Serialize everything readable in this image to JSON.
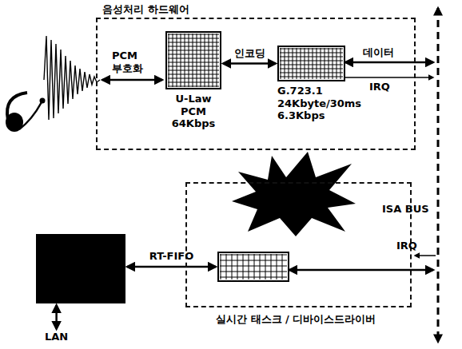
{
  "diagram": {
    "nodes": [
      {
        "text": [
          "음성처리 하드웨어"
        ]
      },
      {
        "text": [
          "U-Law PCM 64Kbps"
        ],
        "in": 0
      },
      {
        "text": [
          "G.723.1 24Kbyte/30ms 6.3Kbps"
        ],
        "in": 0
      },
      {
        "text": [
          "실시간 태스크 / 디바이스드라이버"
        ]
      },
      {
        "text": [],
        "in": 3
      },
      {
        "text": []
      },
      {
        "text": [
          "LAN"
        ]
      }
    ],
    "edges": [
      {
        "from": 1,
        "to": 2,
        "arrow": "both",
        "label": "인코딩"
      },
      {
        "from": 5,
        "to": 4,
        "arrow": "both",
        "label": "RT-FIFO"
      },
      {
        "from": 5,
        "to": 6,
        "arrow": "both"
      }
    ],
    "labels": [
      "PCM 부호화",
      "데이터",
      "IRQ",
      "ISA BUS",
      "IRQ"
    ]
  }
}
